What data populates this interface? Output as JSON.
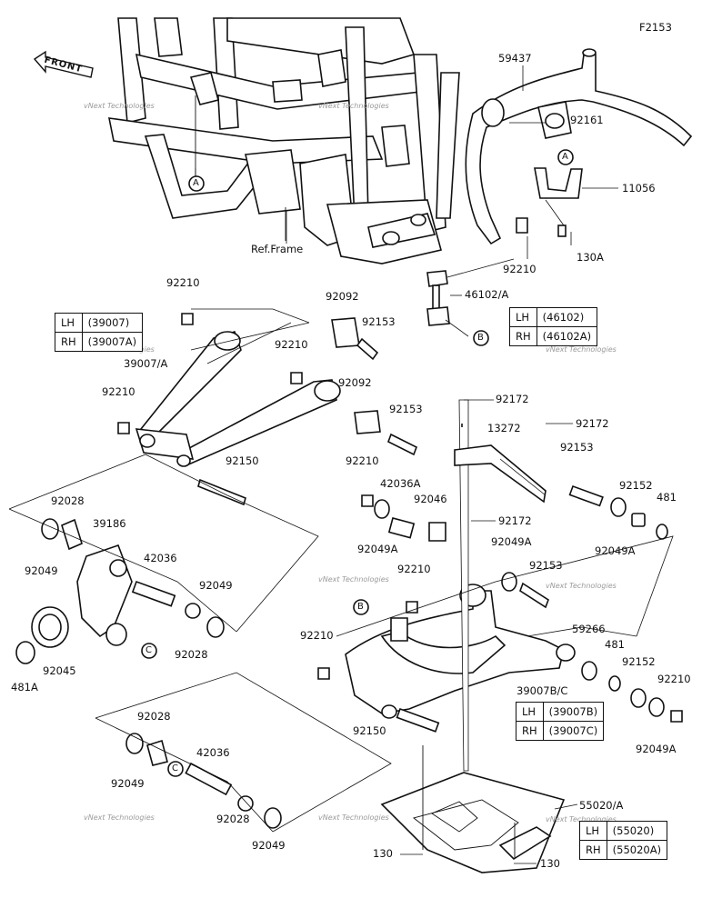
{
  "diagram_code": "F2153",
  "front_label": "FRONT",
  "ref_frame": "Ref.Frame",
  "watermark": "vNext Technologies",
  "callouts": {
    "A": "A",
    "B": "B",
    "C": "C"
  },
  "labels": {
    "p59437": "59437",
    "p92161": "92161",
    "p11056": "11056",
    "p130A": "130A",
    "p92210_a": "92210",
    "p46102": "46102/A",
    "p92210_b": "92210",
    "p92092_a": "92092",
    "p92153_a": "92153",
    "p39007": "39007/A",
    "p92210_c": "92210",
    "p92092_b": "92092",
    "p92210_d": "92210",
    "p92153_b": "92153",
    "p92172_a": "92172",
    "p92172_b": "92172",
    "p13272": "13272",
    "p92153_c": "92153",
    "p92150_a": "92150",
    "p92210_e": "92210",
    "p42036A": "42036A",
    "p92046": "92046",
    "p92172_c": "92172",
    "p92152_a": "92152",
    "p481_a": "481",
    "p92028_a": "92028",
    "p39186": "39186",
    "p92049A_a": "92049A",
    "p92049A_b": "92049A",
    "p92049A_c": "92049A",
    "p92049_a": "92049",
    "p42036_a": "42036",
    "p92210_f": "92210",
    "p92153_d": "92153",
    "p92049_b": "92049",
    "p92045": "92045",
    "p481A": "481A",
    "p92028_b": "92028",
    "p92210_g": "92210",
    "p59266": "59266",
    "p481_b": "481",
    "p92152_b": "92152",
    "p92210_h": "92210",
    "p39007BC": "39007B/C",
    "p92150_b": "92150",
    "p92028_c": "92028",
    "p92049_c": "92049",
    "p42036_b": "42036",
    "p92028_d": "92028",
    "p92049_d": "92049",
    "p55020": "55020/A",
    "p130_a": "130",
    "p130_b": "130",
    "p92049A_d": "92049A"
  },
  "tables": {
    "t39007": {
      "lh_label": "LH",
      "lh_value": "(39007)",
      "rh_label": "RH",
      "rh_value": "(39007A)"
    },
    "t46102": {
      "lh_label": "LH",
      "lh_value": "(46102)",
      "rh_label": "RH",
      "rh_value": "(46102A)"
    },
    "t39007BC": {
      "lh_label": "LH",
      "lh_value": "(39007B)",
      "rh_label": "RH",
      "rh_value": "(39007C)"
    },
    "t55020": {
      "lh_label": "LH",
      "lh_value": "(55020)",
      "rh_label": "RH",
      "rh_value": "(55020A)"
    }
  }
}
